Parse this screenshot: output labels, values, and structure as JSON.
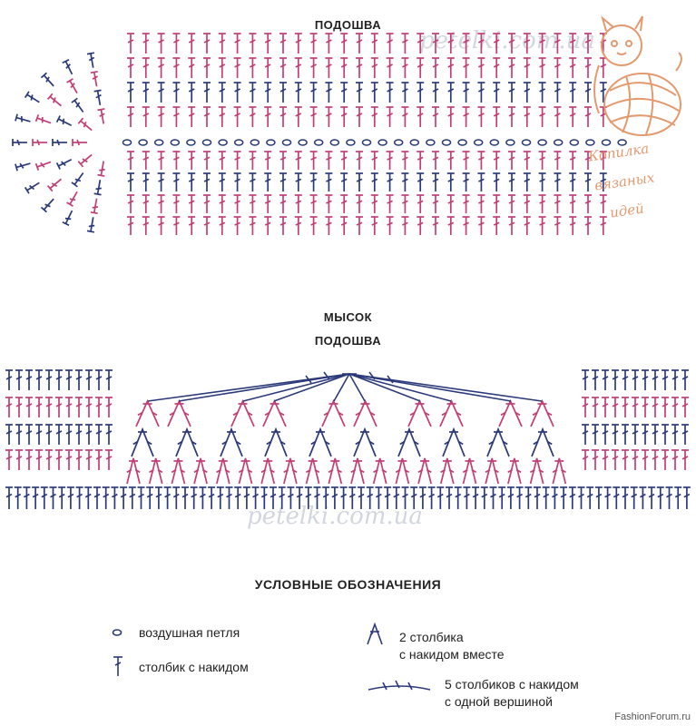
{
  "titles": {
    "sole": "ПОДОШВА",
    "toe": "МЫСОК",
    "toe_sole": "ПОДОШВА",
    "legend": "УСЛОВНЫЕ ОБОЗНАЧЕНИЯ"
  },
  "watermarks": {
    "site_top": "petelki.com.ua",
    "site_bottom": "petelki.com.ua",
    "logo_text_1": "Копилка",
    "logo_text_2": "вязаных",
    "logo_text_3": "идей",
    "credit": "FashionForum.ru"
  },
  "legend": {
    "chain": "воздушная петля",
    "dc": "столбик с накидом",
    "dc2tog_1": "2 столбика",
    "dc2tog_2": "с накидом вместе",
    "dc5_1": "5 столбиков с накидом",
    "dc5_2": "с одной вершиной"
  },
  "colors": {
    "pink": "#c23e76",
    "navy": "#2c3a7a",
    "logo": "#e39a6f"
  },
  "icons": [
    "chain-stitch-icon",
    "double-crochet-icon",
    "dc2tog-icon",
    "dc5-cluster-icon",
    "cat-yarn-logo-icon"
  ]
}
